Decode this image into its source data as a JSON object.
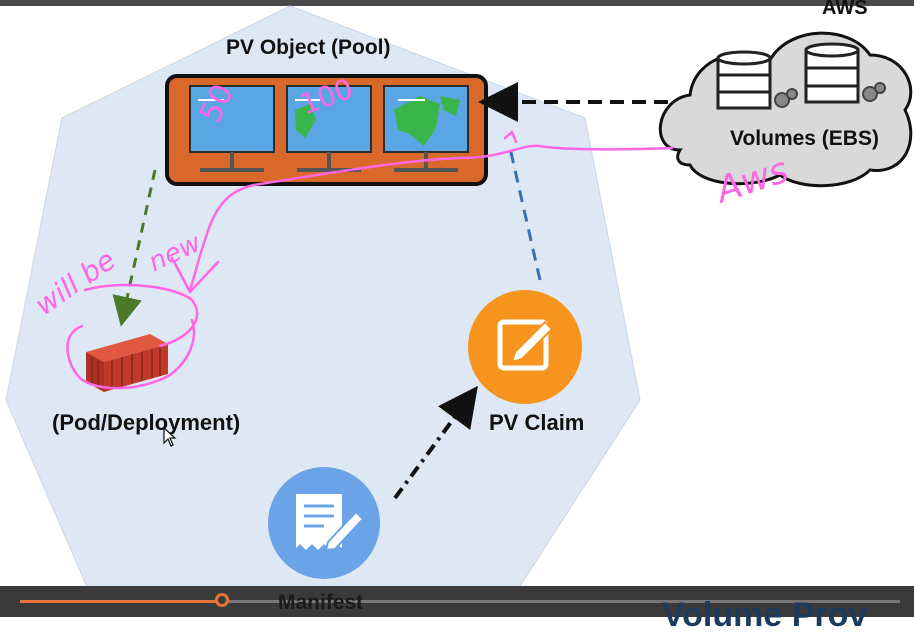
{
  "labels": {
    "aws": "AWS",
    "pool": "PV Object (Pool)",
    "ebs": "Volumes (EBS)",
    "pod": "(Pod/Deployment)",
    "claim": "PV Claim",
    "manifest": "Manifest",
    "slide_title_partial": "Volume Prov"
  },
  "annotations": {
    "pool_sizes": [
      "50",
      "100"
    ],
    "aws_note": "Aws",
    "will_be": "will be",
    "new": "new"
  },
  "player": {
    "progress_fraction": 0.23
  },
  "colors": {
    "hexagon": "#dde8f4",
    "pool_box": "#d8692a",
    "monitor": "#5aa5e3",
    "claim_circle": "#f7941d",
    "manifest_circle": "#6ba3e8",
    "ink": "#ff66e5",
    "green_arrow": "#4a7a28",
    "blue_arrow": "#3a6fb0",
    "container": "#c0392b",
    "cloud": "#d9d9d9",
    "progress": "#e8733a"
  }
}
